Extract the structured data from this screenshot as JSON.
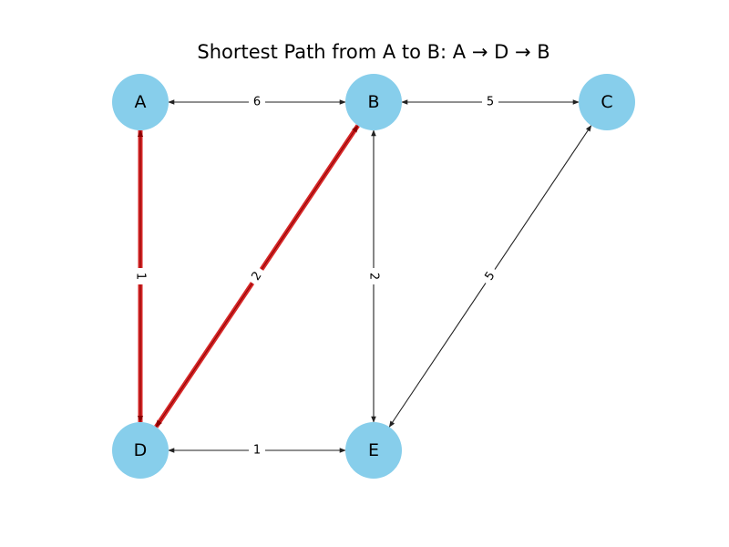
{
  "title": "Shortest Path from A to B: A → D → B",
  "colors": {
    "node_fill": "#87CEEB",
    "edge": "#222222",
    "path": "#d62728",
    "path_inner": "#8b0000",
    "background": "#ffffff"
  },
  "nodes": [
    {
      "id": "A",
      "label": "A"
    },
    {
      "id": "B",
      "label": "B"
    },
    {
      "id": "C",
      "label": "C"
    },
    {
      "id": "D",
      "label": "D"
    },
    {
      "id": "E",
      "label": "E"
    }
  ],
  "edges": [
    {
      "source": "A",
      "target": "B",
      "weight": "6",
      "on_path": false
    },
    {
      "source": "B",
      "target": "C",
      "weight": "5",
      "on_path": false
    },
    {
      "source": "A",
      "target": "D",
      "weight": "1",
      "on_path": true
    },
    {
      "source": "D",
      "target": "B",
      "weight": "2",
      "on_path": true
    },
    {
      "source": "B",
      "target": "E",
      "weight": "2",
      "on_path": false
    },
    {
      "source": "C",
      "target": "E",
      "weight": "5",
      "on_path": false
    },
    {
      "source": "D",
      "target": "E",
      "weight": "1",
      "on_path": false
    }
  ]
}
